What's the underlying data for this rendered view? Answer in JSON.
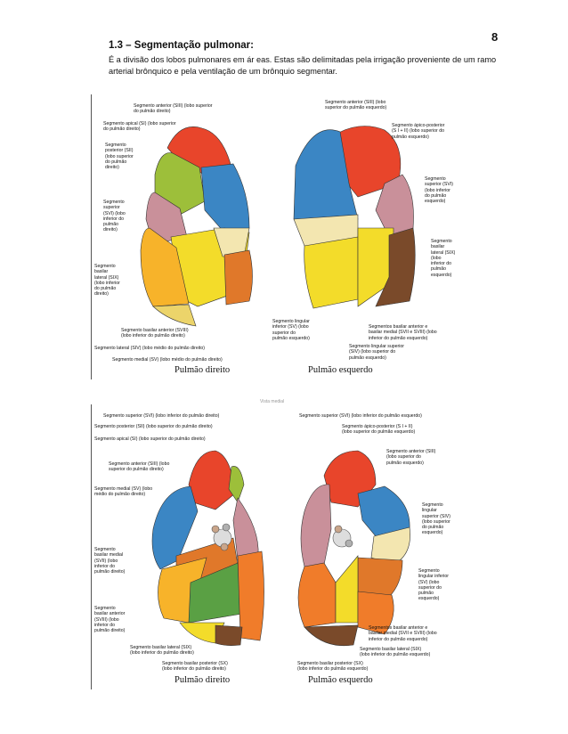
{
  "page": {
    "number": "8"
  },
  "section": {
    "heading": "1.3 – Segmentação pulmonar:",
    "intro": "É a divisão dos lobos pulmonares em ár eas. Estas são delimitadas pela irrigação proveniente de um ramo arterial brônquico e pela ventilação de um brônquio segmentar."
  },
  "figure_top": {
    "caption_right_lung": "Pulmão direito",
    "caption_left_lung": "Pulmão esquerdo",
    "labels": [
      "Segmento anterior (SIII) (lobo superior\ndo pulmão direito)",
      "Segmento apical (SI) (lobo superior\ndo pulmão direito)",
      "Segmento\nposterior (SII)\n(lobo superior\ndo pulmão\ndireito)",
      "Segmento\nsuperior\n(SVI) (lobo\ninferior do\npulmão\ndireito)",
      "Segmento\nbasilar\nlateral (SIX)\n(lobo inferior\ndo pulmão\ndireito)",
      "Segmento basilar anterior (SVIII)\n(lobo inferior do pulmão direito)",
      "Segmento lateral (SIV) (lobo médio do pulmão direito)",
      "Segmento medial (SV) (lobo médio do pulmão direito)",
      "Segmento anterior (SIII) (lobo\nsuperior do pulmão esquerdo)",
      "Segmento ápico-posterior\n(S I + II) (lobo superior do\npulmão esquerdo)",
      "Segmento\nsuperior (SVI)\n(lobo inferior\ndo pulmão\nesquerdo)",
      "Segmento\nbasilar\nlateral (SIX)\n(lobo\ninferior do\npulmão\nesquerdo)",
      "Segmento lingular\ninferior (SV) (lobo\nsuperior do\npulmão esquerdo)",
      "Segmentos basilar anterior e\nbasilar medial (SVII e SVIII) (lobo\ninferior do pulmão esquerdo)",
      "Segmento lingular superior\n(SIV) (lobo superior do\npulmão esquerdo)"
    ]
  },
  "figure_bottom": {
    "caption_right_lung": "Pulmão direito",
    "caption_left_lung": "Pulmão esquerdo",
    "faint_text": "Vista medial",
    "labels": [
      "Segmento superior (SVI) (lobo inferior do pulmão direito)",
      "Segmento posterior (SII) (lobo superior do pulmão direito)",
      "Segmento apical (SI) (lobo superior do pulmão direito)",
      "Segmento anterior (SIII) (lobo\nsuperior do pulmão direito)",
      "Segmento medial (SV) (lobo\nmédio do pulmão direito)",
      "Segmento\nbasilar medial\n(SVII) (lobo\ninferior do\npulmão direito)",
      "Segmento\nbasilar anterior\n(SVIII) (lobo\ninferior do\npulmão direito)",
      "Segmento basilar lateral (SIX)\n(lobo inferior do pulmão direito)",
      "Segmento basilar posterior (SX)\n(lobo inferior do pulmão direito)",
      "Segmento superior (SVI) (lobo inferior do pulmão esquerdo)",
      "Segmento ápico-posterior (S I + II)\n(lobo superior do pulmão esquerdo)",
      "Segmento anterior (SIII)\n(lobo superior do\npulmão esquerdo)",
      "Segmento\nlingular\nsuperior (SIV)\n(lobo superior\ndo pulmão\nesquerdo)",
      "Segmento\nlingular inferior\n(SV) (lobo\nsuperior do\npulmão\nesquerdo)",
      "Segmentos basilar anterior e\nbasilar medial (SVII e SVIII) (lobo\ninferior do pulmão esquerdo)",
      "Segmento basilar lateral (SIX)\n(lobo inferior do pulmão esquerdo)",
      "Segmento basilar posterior (SX)\n(lobo inferior do pulmão esquerdo)"
    ]
  }
}
